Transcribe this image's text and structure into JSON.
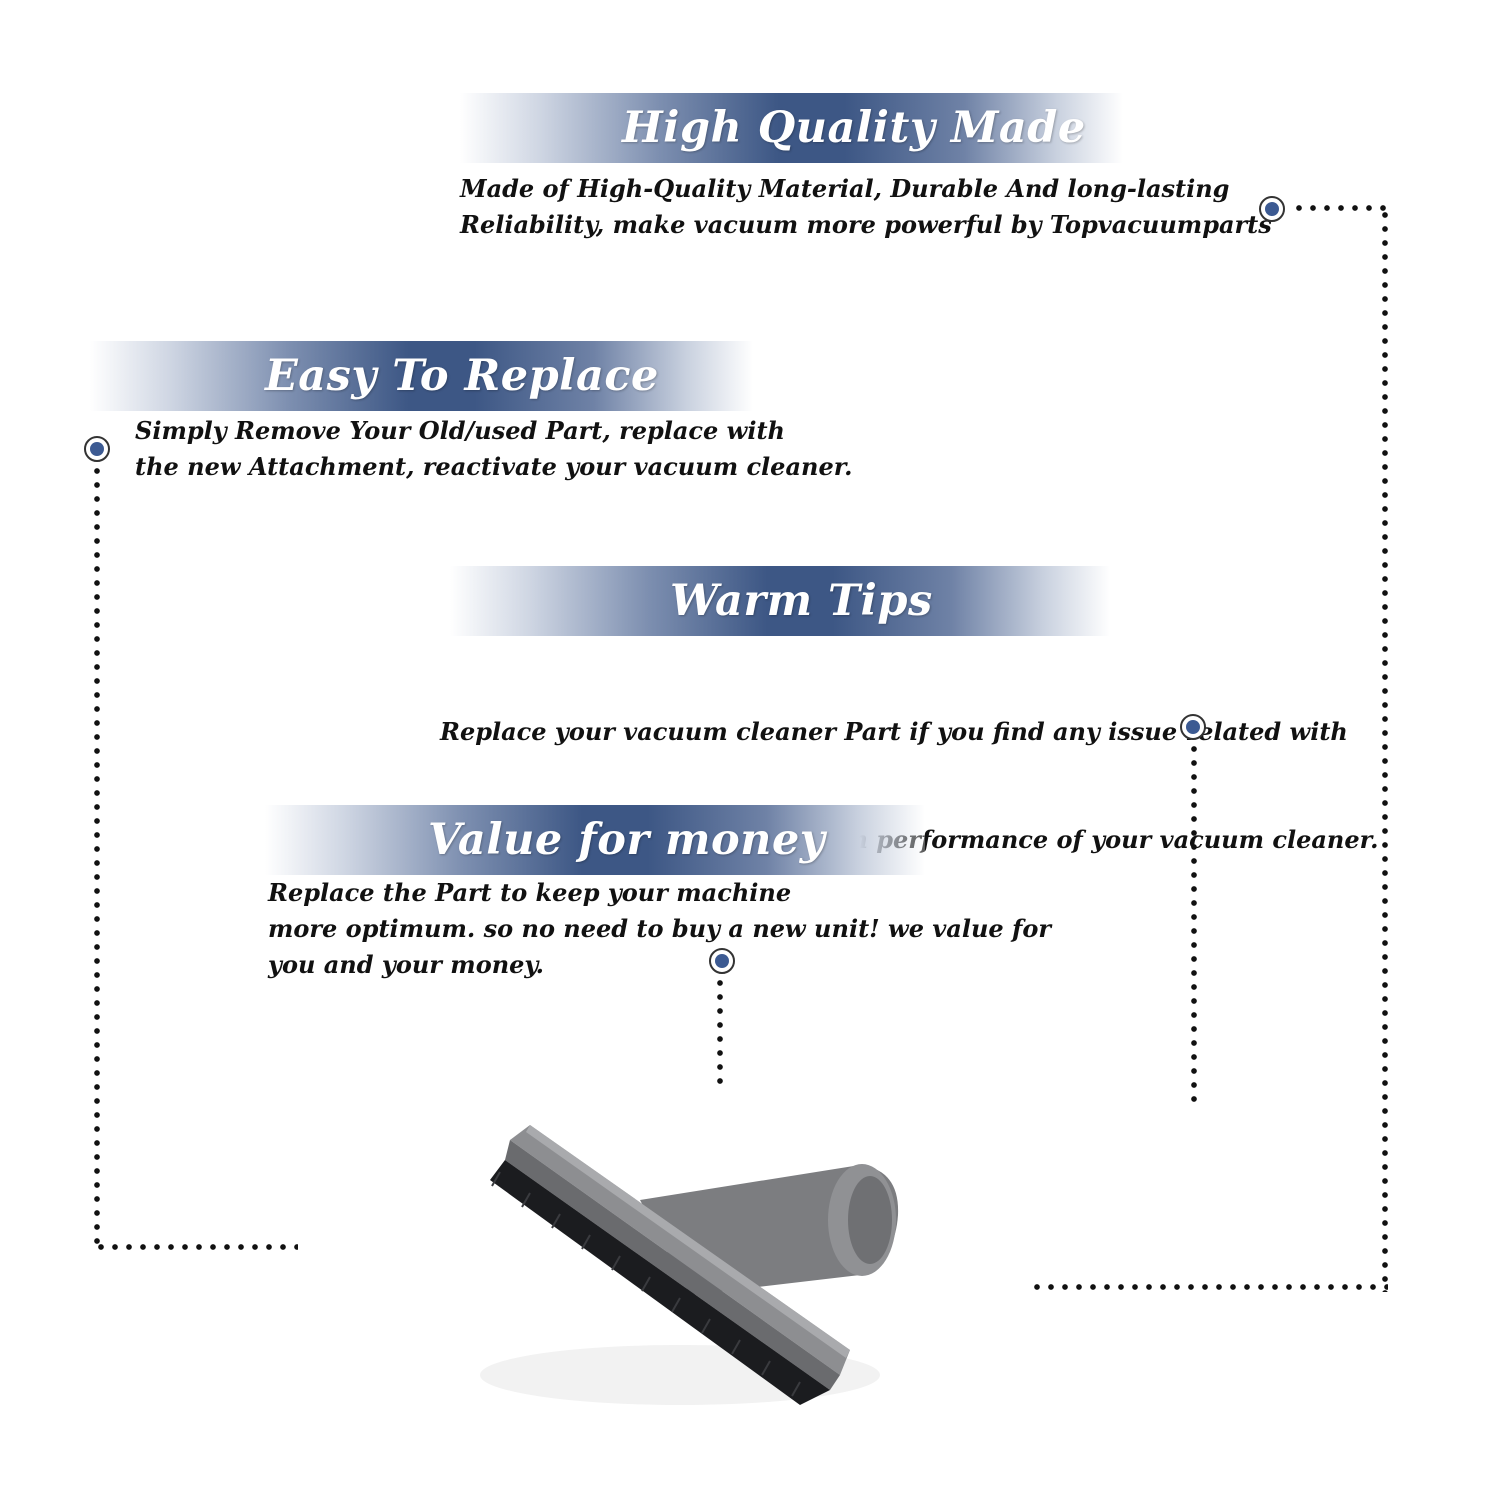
{
  "sections": [
    {
      "title": "High Quality Made",
      "lines": [
        "Made of  High-Quality Material, Durable And long-lasting",
        "Reliability, make vacuum more powerful by Topvacuumparts"
      ]
    },
    {
      "title": "Easy To Replace",
      "lines": [
        "Simply Remove Your Old/used Part, replace with",
        "the new Attachment, reactivate your vacuum cleaner."
      ]
    },
    {
      "title": "Warm Tips",
      "lines": [
        "Replace your vacuum cleaner Part if you find any issue related with",
        " attachment to ensure optimum performance of your vacuum cleaner."
      ]
    },
    {
      "title": "Value for money",
      "lines": [
        "Replace the Part to keep your machine",
        "more optimum. so no need to buy a new unit! we value for",
        "you and your money."
      ]
    }
  ],
  "colors": {
    "banner_blue": "#3d5785",
    "marker_blue": "#3c5a92",
    "text": "#111111"
  },
  "product": {
    "icon": "upholstery-brush-attachment"
  }
}
